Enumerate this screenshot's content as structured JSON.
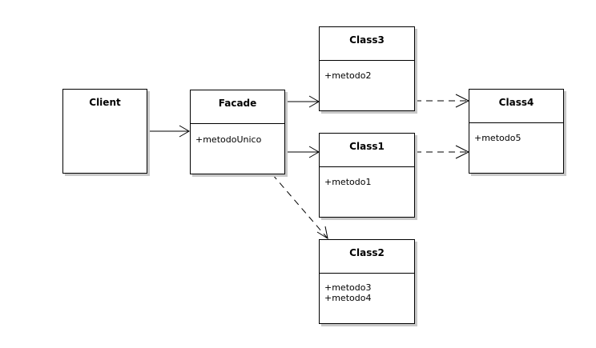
{
  "classes": {
    "client": {
      "name": "Client",
      "methods": []
    },
    "facade": {
      "name": "Facade",
      "methods": [
        "+metodoUnico"
      ]
    },
    "class3": {
      "name": "Class3",
      "methods": [
        "+metodo2"
      ]
    },
    "class1": {
      "name": "Class1",
      "methods": [
        "+metodo1"
      ]
    },
    "class2": {
      "name": "Class2",
      "methods": [
        "+metodo3",
        "+metodo4"
      ]
    },
    "class4": {
      "name": "Class4",
      "methods": [
        "+metodo5"
      ]
    }
  },
  "relations": [
    {
      "from": "client",
      "to": "facade",
      "kind": "association"
    },
    {
      "from": "facade",
      "to": "class3",
      "kind": "association"
    },
    {
      "from": "facade",
      "to": "class1",
      "kind": "association"
    },
    {
      "from": "facade",
      "to": "class2",
      "kind": "dependency"
    },
    {
      "from": "class3",
      "to": "class4",
      "kind": "dependency"
    },
    {
      "from": "class1",
      "to": "class4",
      "kind": "dependency"
    }
  ]
}
